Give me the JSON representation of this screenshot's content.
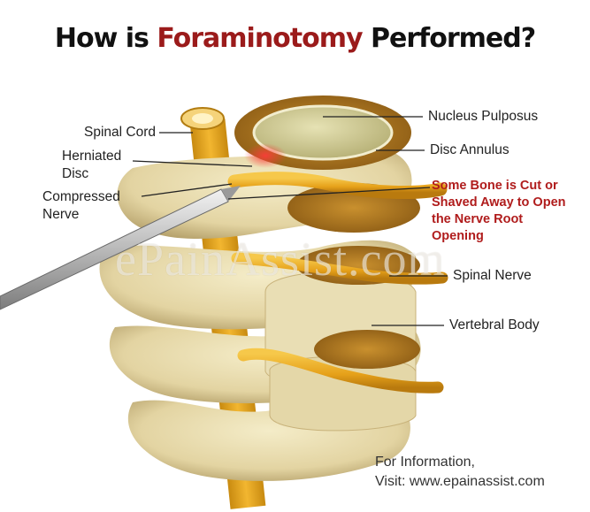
{
  "title": {
    "prefix": "How is ",
    "highlight": "Foraminotomy",
    "suffix": " Performed?"
  },
  "labels": {
    "spinal_cord": "Spinal Cord",
    "herniated_disc_line1": "Herniated",
    "herniated_disc_line2": "Disc",
    "compressed_nerve_line1": "Compressed",
    "compressed_nerve_line2": "Nerve",
    "nucleus_pulposus": "Nucleus Pulposus",
    "disc_annulus": "Disc Annulus",
    "procedure_line1": "Some Bone is Cut or",
    "procedure_line2": "Shaved Away to Open",
    "procedure_line3": "the Nerve Root",
    "procedure_line4": "Opening",
    "spinal_nerve": "Spinal Nerve",
    "vertebral_body": "Vertebral Body"
  },
  "watermark": "ePainAssist.com",
  "footer": {
    "line1": "For Information,",
    "line2": "Visit: www.epainassist.com"
  },
  "colors": {
    "title_highlight": "#9b1b1b",
    "procedure_text": "#b01c1c",
    "bone": "#e8dcb0",
    "nerve": "#e8a41c",
    "disc_rim": "#a8731c",
    "nucleus": "#d9d39a"
  }
}
